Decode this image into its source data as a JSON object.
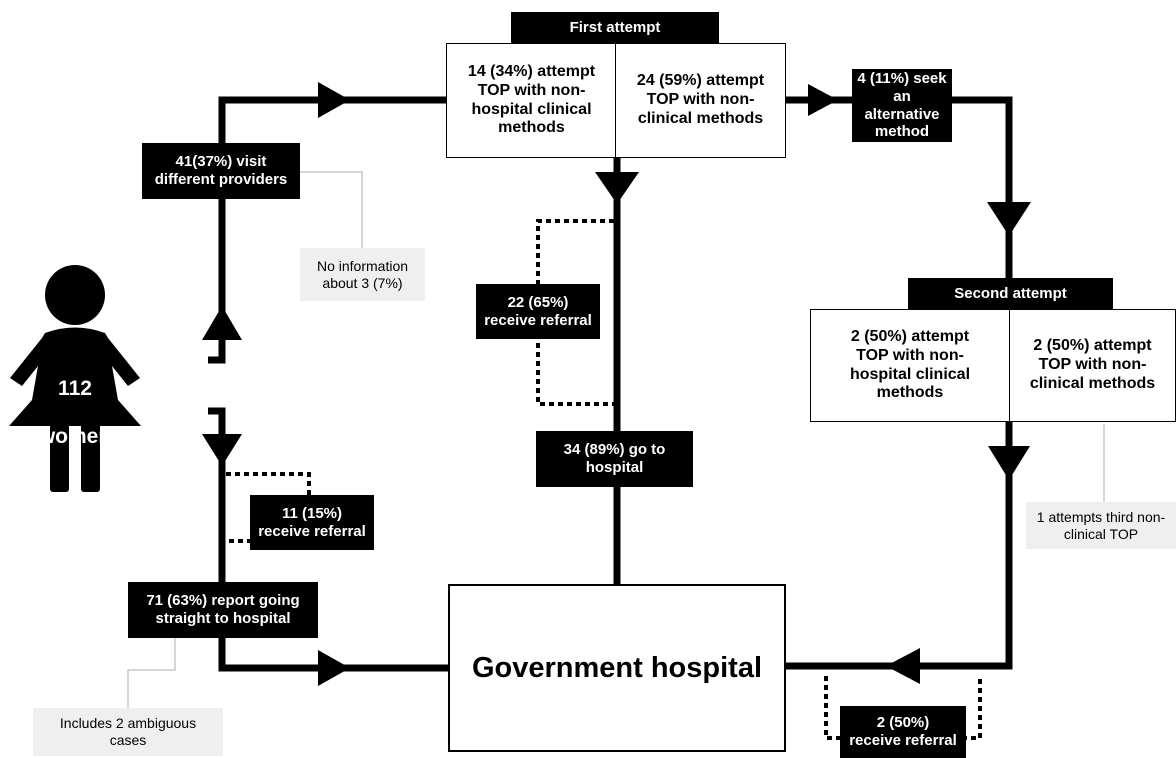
{
  "population": {
    "count": "112",
    "unit": "women"
  },
  "first_attempt": {
    "header": "First attempt",
    "clinical": "14 (34%) attempt\nTOP with non-\nhospital clinical\nmethods",
    "non_clinical": "24 (59%) attempt\nTOP with non-\nclinical methods"
  },
  "second_attempt": {
    "header": "Second attempt",
    "clinical": "2 (50%) attempt\nTOP with non-\nhospital clinical\nmethods",
    "non_clinical": "2 (50%) attempt\nTOP with non-\nclinical methods"
  },
  "labels": {
    "visit_providers": "41(37%) visit\ndifferent providers",
    "no_information": "No information\nabout 3 (7%)",
    "seek_alternative": "4 (11%) seek an\nalternative\nmethod",
    "referral_22": "22 (65%)\nreceive referral",
    "go_hospital": "34 (89%) go to\nhospital",
    "referral_11": "11 (15%)\nreceive referral",
    "straight_hospital": "71 (63%) report going\nstraight to hospital",
    "ambiguous": "Includes 2 ambiguous\ncases",
    "third_attempt": "1 attempts third non-\nclinical TOP",
    "referral_2": "2 (50%)\nreceive referral"
  },
  "hospital": "Government hospital",
  "colors": {
    "ink": "#000000",
    "note_bg": "#efefef",
    "note_line": "#c8c8c8"
  }
}
